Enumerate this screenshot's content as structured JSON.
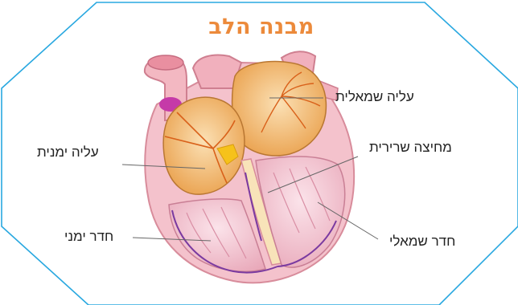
{
  "title": "מבנה הלב",
  "labels": {
    "left_atrium": "עליה שמאלית",
    "septum": "מחיצה שרירית",
    "right_atrium": "עליה ימנית",
    "right_ventricle": "חדר ימני",
    "left_ventricle": "חדר שמאלי"
  },
  "colors": {
    "frame": "#29a8e0",
    "title": "#ec8a3b",
    "atrium_fill": "#f2b870",
    "muscle": "#f0c4cf",
    "vessel": "#f3b8c2",
    "nerve": "#e06a1e"
  }
}
